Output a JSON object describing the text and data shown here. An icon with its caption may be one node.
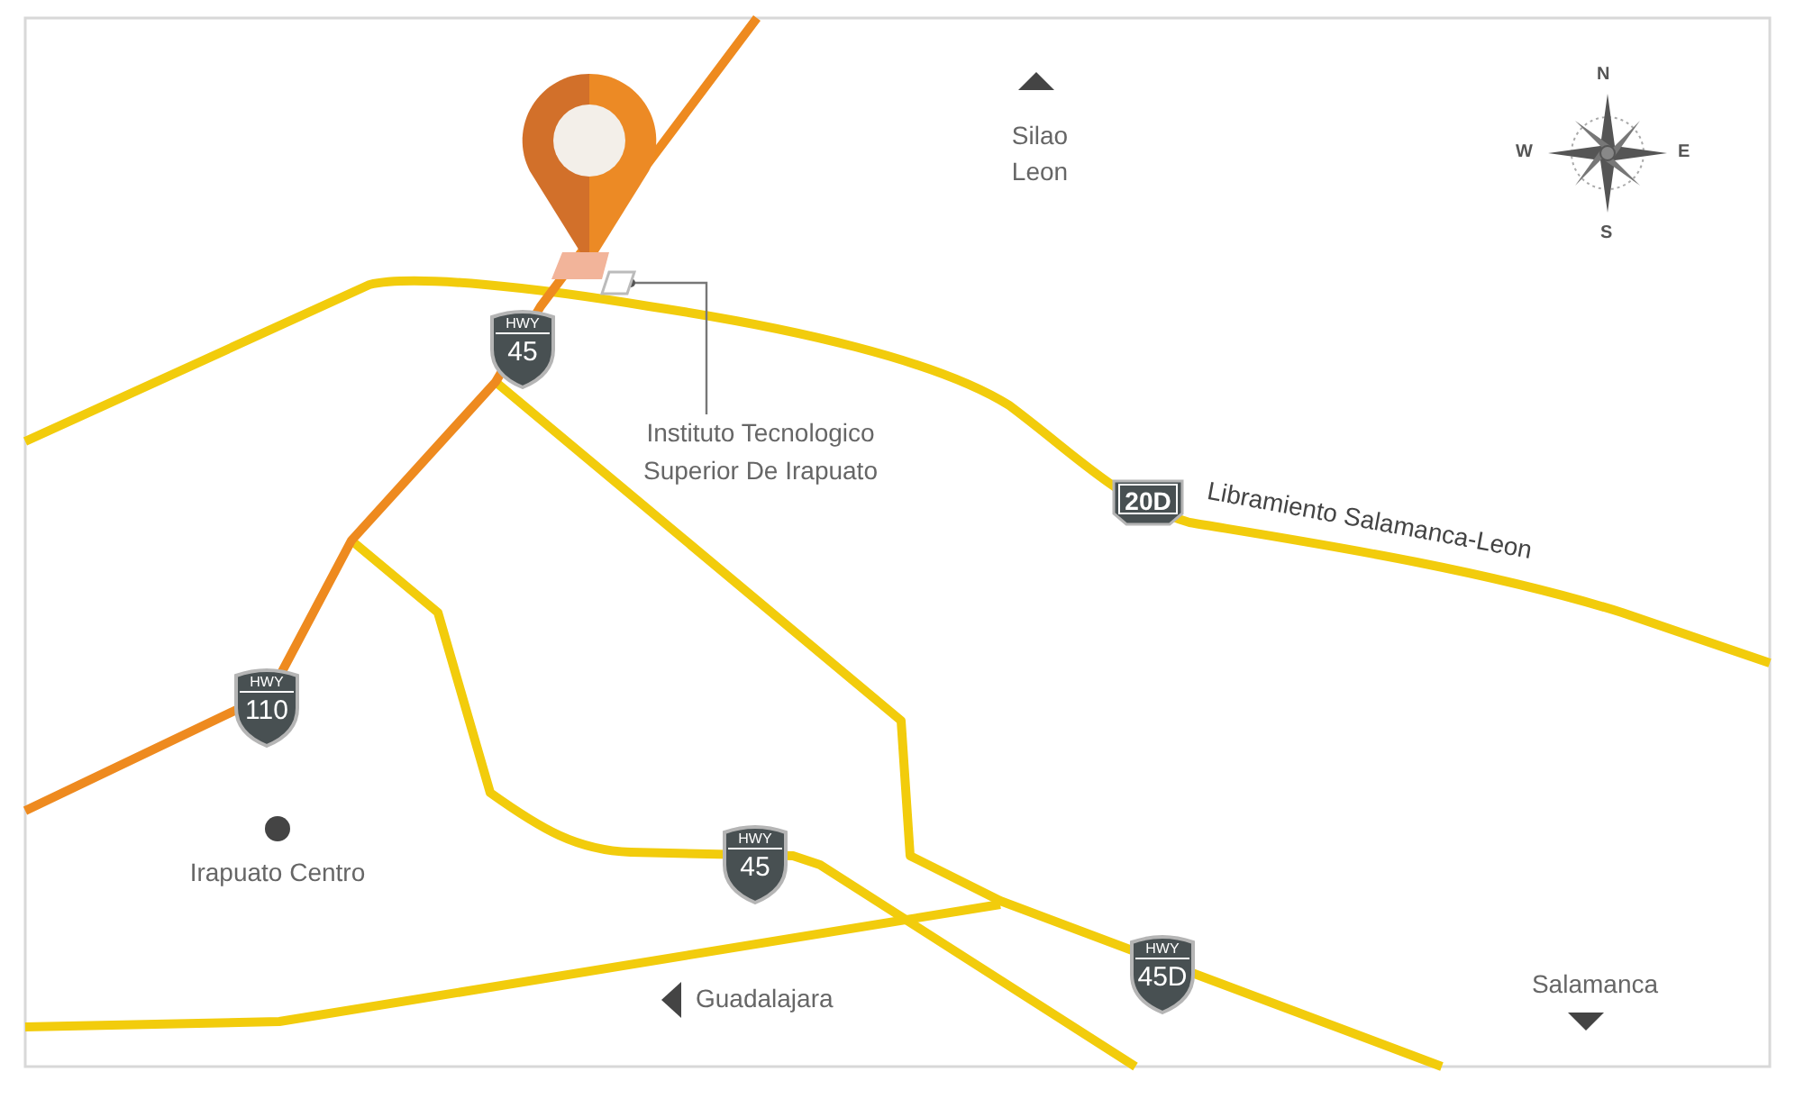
{
  "diagram": {
    "nodes": [
      {
        "text": [
          "HWY",
          "45"
        ]
      },
      {
        "text": [
          "Instituto Tecnologico Superior De Irapuato"
        ]
      },
      {
        "text": [],
        "shape": "box"
      },
      {
        "text": [
          "20D"
        ]
      },
      {
        "text": [
          "HWY",
          "110"
        ]
      },
      {
        "text": [
          "HWY",
          "45"
        ]
      },
      {
        "text": [
          "HWY",
          "45D"
        ]
      }
    ],
    "edges": [
      {
        "from": 1,
        "to": 2,
        "arrow": "other"
      }
    ],
    "labels": [
      "N",
      "W",
      "E",
      "S",
      "Silao Leon",
      "Libramiento Salamanca-Leon",
      "Irapuato Centro",
      "Guadalajara",
      "Salamanca"
    ]
  }
}
